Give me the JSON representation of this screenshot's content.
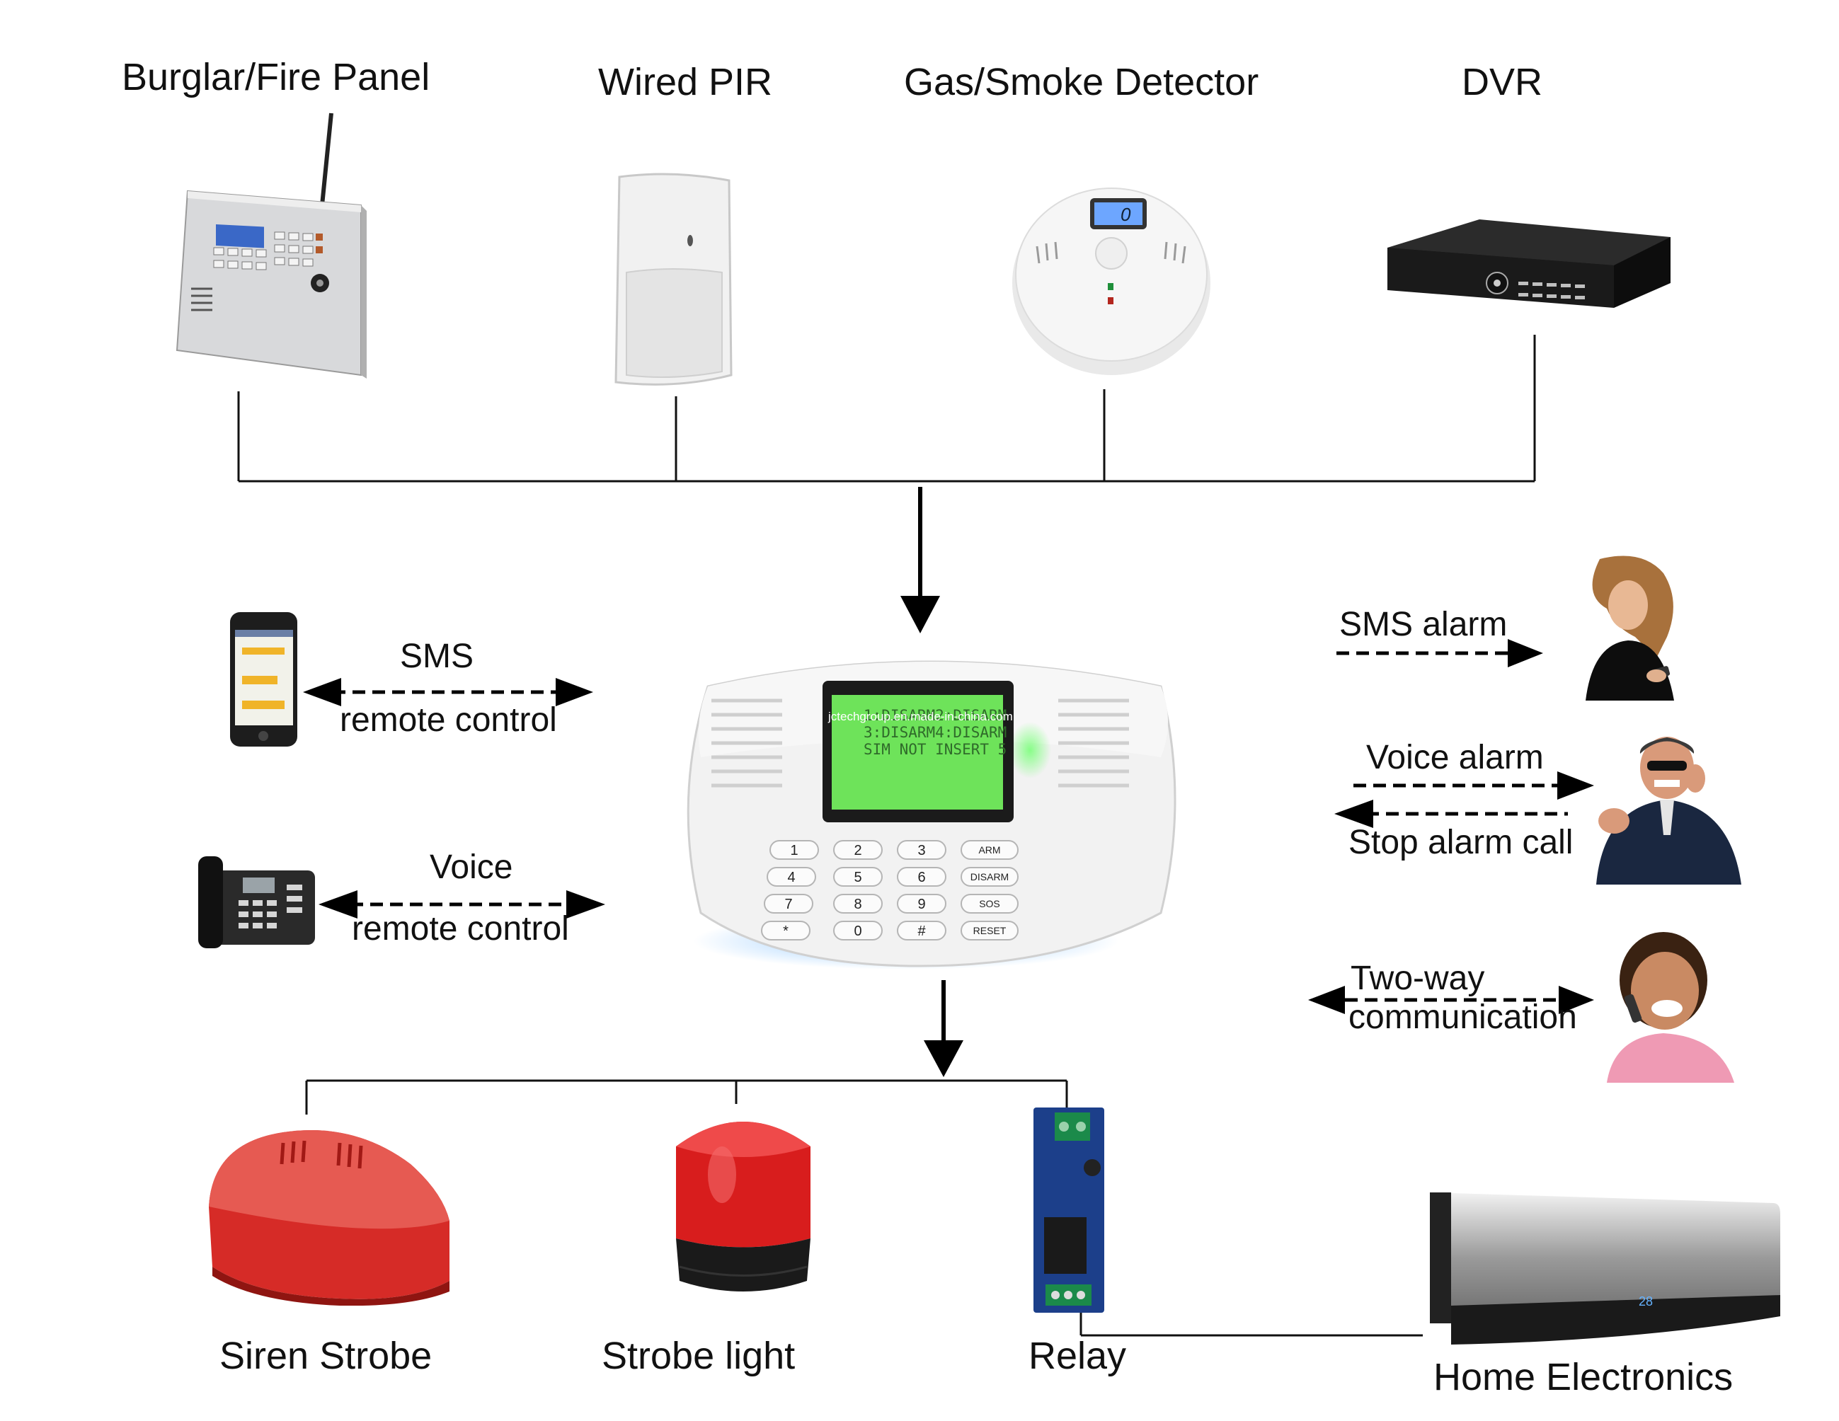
{
  "inputs": {
    "burglar_panel": "Burglar/Fire Panel",
    "wired_pir": "Wired PIR",
    "gas_smoke": "Gas/Smoke Detector",
    "dvr": "DVR"
  },
  "left": {
    "sms_top": "SMS",
    "sms_bottom": "remote control",
    "voice_top": "Voice",
    "voice_bottom": "remote control"
  },
  "right": {
    "sms_alarm": "SMS alarm",
    "voice_alarm": "Voice alarm",
    "stop_alarm": "Stop alarm call",
    "two_way_top": "Two-way",
    "two_way_bottom": "communication"
  },
  "outputs": {
    "siren": "Siren Strobe",
    "strobe": "Strobe light",
    "relay": "Relay",
    "home": "Home Electronics"
  },
  "panel": {
    "lcd_line1": "1:DISARM2:DISARM",
    "lcd_line2": "3:DISARM4:DISARM",
    "lcd_line3": "SIM NOT INSERT 5",
    "watermark": "jctechgroup.en.made-in-china.com",
    "keys": [
      "1",
      "2",
      "3",
      "ARM",
      "4",
      "5",
      "6",
      "DISARM",
      "7",
      "8",
      "9",
      "SOS",
      "*",
      "0",
      "#",
      "RESET"
    ]
  },
  "detector_display": "0",
  "ac_display": "28"
}
